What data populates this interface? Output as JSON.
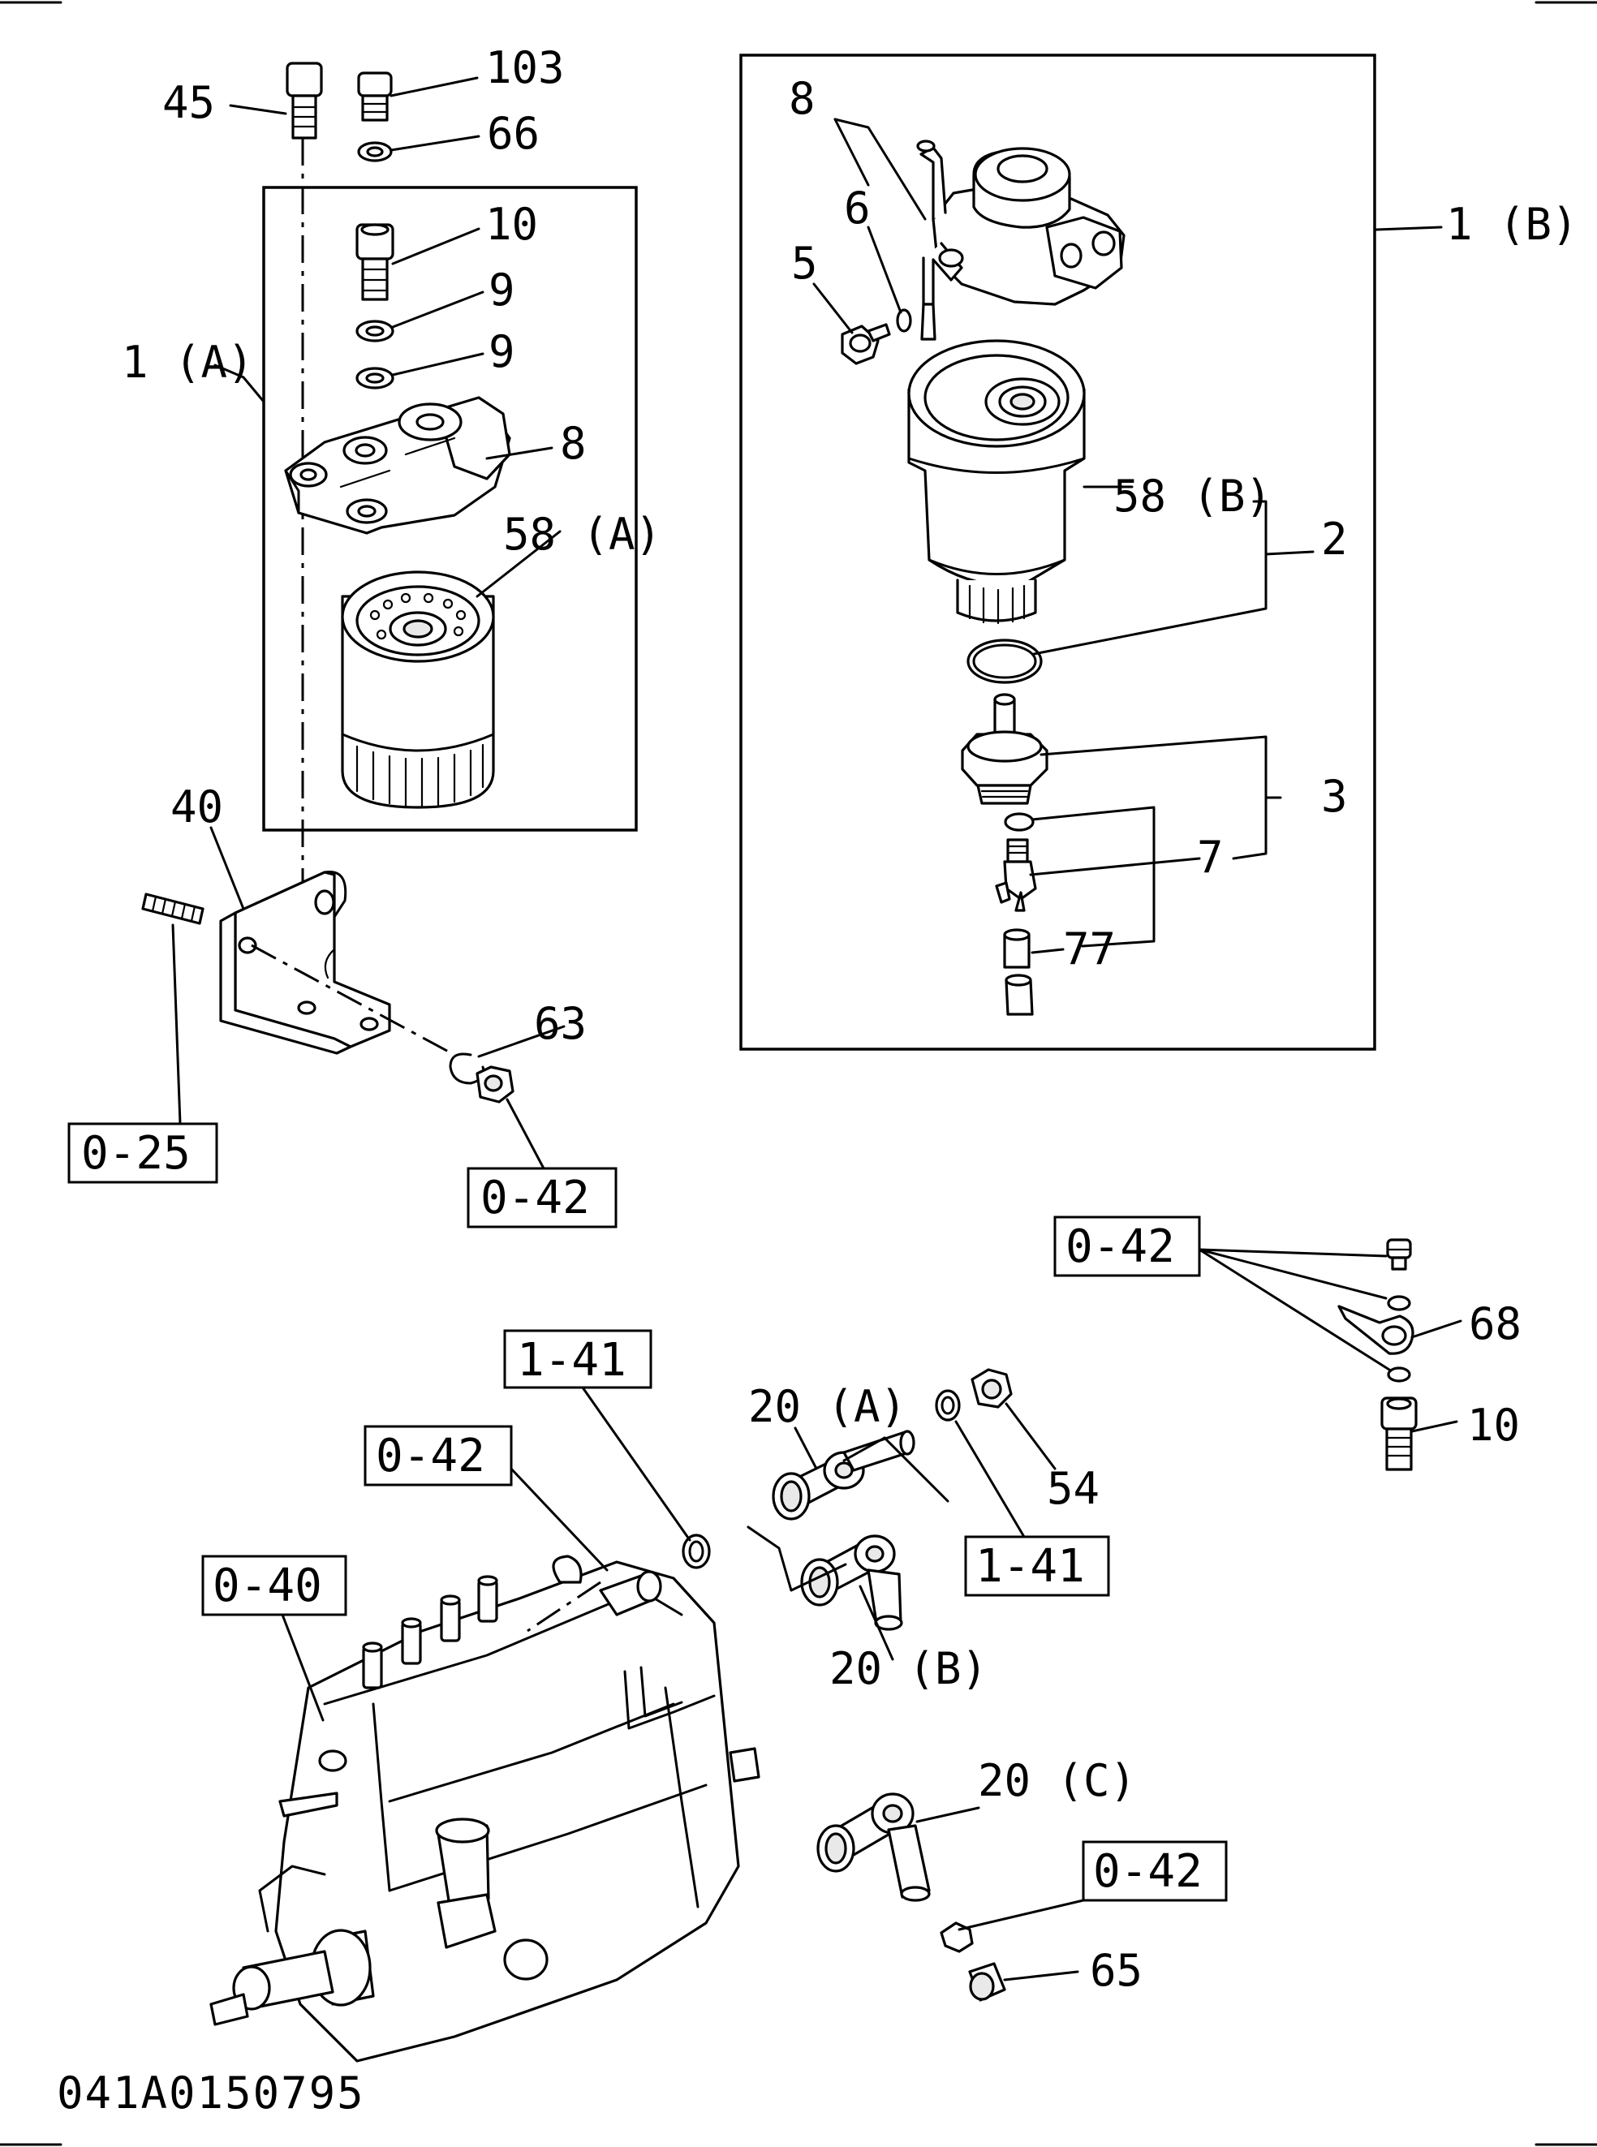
{
  "callouts": {
    "c45": "45",
    "c103": "103",
    "c66": "66",
    "c10_upper": "10",
    "c9_a": "9",
    "c9_b": "9",
    "c1A": "1 (A)",
    "c8_left": "8",
    "c58A": "58 (A)",
    "c40": "40",
    "c63": "63",
    "c8_right": "8",
    "c6": "6",
    "c5": "5",
    "c1B": "1 (B)",
    "c58B": "58 (B)",
    "c2": "2",
    "c3": "3",
    "c7": "7",
    "c77": "77",
    "c68": "68",
    "c10_lower": "10",
    "c20A": "20 (A)",
    "c54": "54",
    "c20B": "20 (B)",
    "c20C": "20 (C)",
    "c65": "65"
  },
  "references": {
    "r025": "0-25",
    "r042_bracket": "0-42",
    "r042_right": "0-42",
    "r141_top": "1-41",
    "r042_pump": "0-42",
    "r040": "0-40",
    "r141_right": "1-41",
    "r042_bottom": "0-42"
  },
  "drawing_code": "041A0150795"
}
